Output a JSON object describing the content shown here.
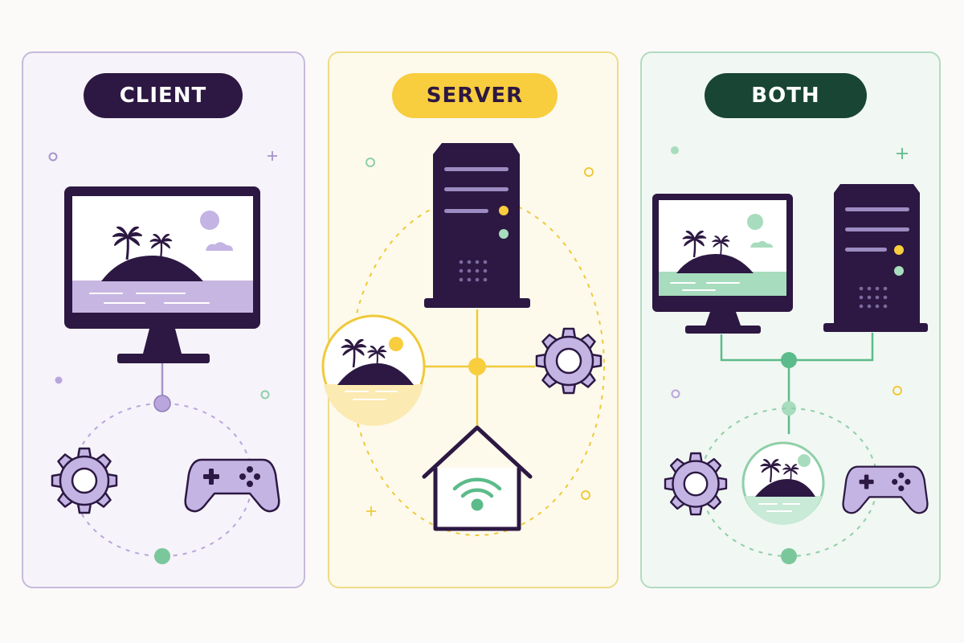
{
  "panels": {
    "client": {
      "label": "CLIENT"
    },
    "server": {
      "label": "SERVER"
    },
    "both": {
      "label": "BOTH"
    }
  },
  "icons": {
    "client": [
      "desktop-monitor-icon",
      "island-scene-icon",
      "gear-icon",
      "gamepad-icon"
    ],
    "server": [
      "server-tower-icon",
      "island-scene-icon",
      "gear-icon",
      "home-wifi-icon"
    ],
    "both": [
      "desktop-monitor-icon",
      "server-tower-icon",
      "island-scene-icon",
      "gear-icon",
      "gamepad-icon"
    ]
  },
  "colors": {
    "dark_purple": "#2c1842",
    "lavender": "#b9a6dc",
    "yellow": "#f8cd3e",
    "mint": "#a8dcbe",
    "green": "#5cbb8a",
    "dark_green": "#184534"
  }
}
